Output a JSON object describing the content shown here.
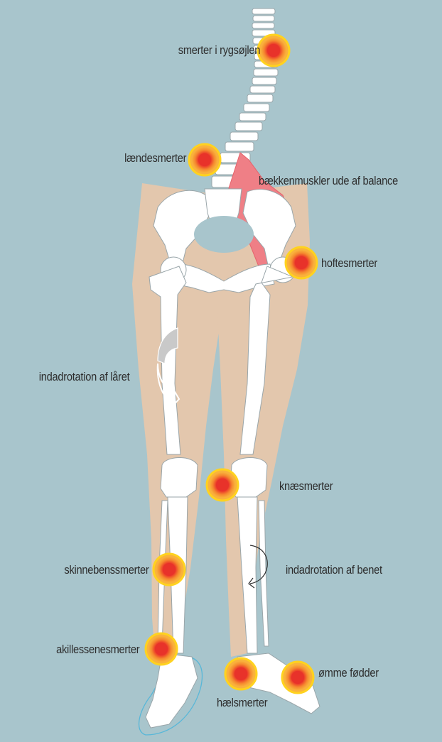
{
  "labels": {
    "spine": "smerter i rygsøjlen",
    "lower_back": "lændesmerter",
    "pelvic_muscles": "bækkenmuskler ude af balance",
    "hip": "hoftesmerter",
    "thigh_rotation": "indadrotation af låret",
    "knee": "knæsmerter",
    "shin": "skinnebenssmerter",
    "leg_rotation": "indadrotation af benet",
    "achilles": "akillessenesmerter",
    "heel": "hælsmerter",
    "feet": "ømme fødder"
  },
  "colors": {
    "background": "#a8c5cc",
    "skin": "#e3c7ad",
    "bone": "#ffffff",
    "bone_outline": "#9aa6aa",
    "muscle": "#ef7f86",
    "pain_core": "#e8322a",
    "pain_mid": "#f79a3a",
    "pain_ring": "#ffd21f",
    "arrow_grey": "#c9c9c9"
  }
}
